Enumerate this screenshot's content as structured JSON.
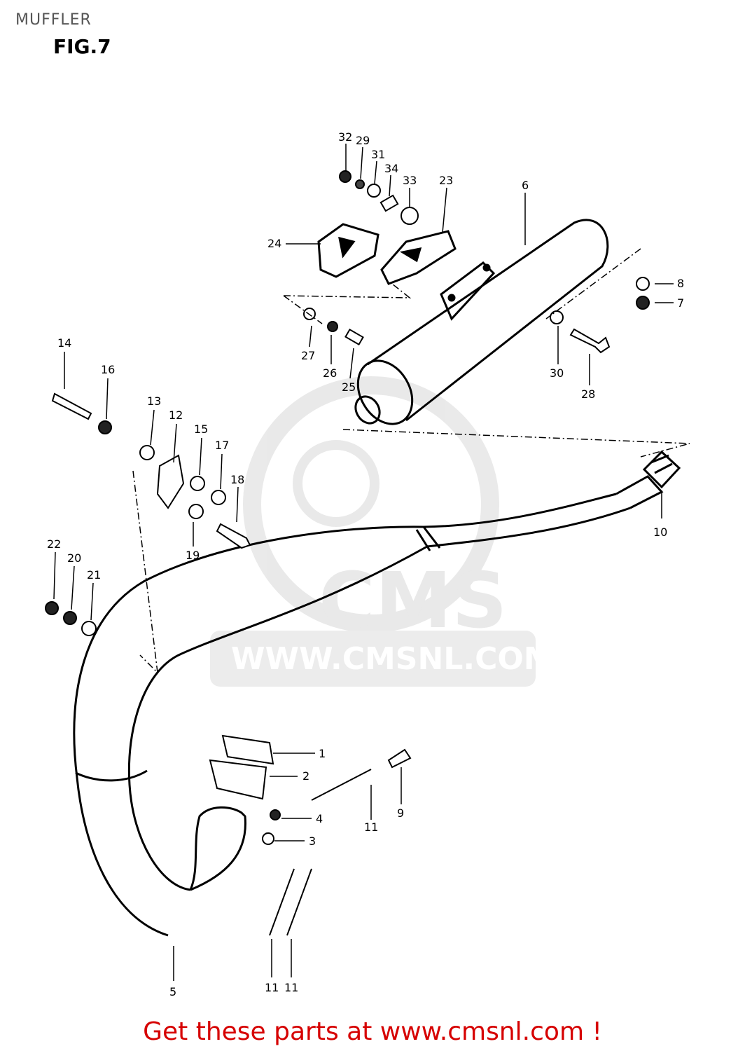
{
  "header": {
    "title": "MUFFLER",
    "figure": "FIG.7"
  },
  "watermark": {
    "logo_text": "CMS",
    "url": "WWW.CMSNL.COM"
  },
  "callouts": [
    {
      "id": "1",
      "text": "1"
    },
    {
      "id": "2",
      "text": "2"
    },
    {
      "id": "3",
      "text": "3"
    },
    {
      "id": "4",
      "text": "4"
    },
    {
      "id": "5",
      "text": "5"
    },
    {
      "id": "6",
      "text": "6"
    },
    {
      "id": "7",
      "text": "7"
    },
    {
      "id": "8",
      "text": "8"
    },
    {
      "id": "9",
      "text": "9"
    },
    {
      "id": "10",
      "text": "10"
    },
    {
      "id": "11a",
      "text": "11"
    },
    {
      "id": "11b",
      "text": "11"
    },
    {
      "id": "11c",
      "text": "11"
    },
    {
      "id": "12",
      "text": "12"
    },
    {
      "id": "13",
      "text": "13"
    },
    {
      "id": "14",
      "text": "14"
    },
    {
      "id": "15",
      "text": "15"
    },
    {
      "id": "16",
      "text": "16"
    },
    {
      "id": "17",
      "text": "17"
    },
    {
      "id": "18",
      "text": "18"
    },
    {
      "id": "19",
      "text": "19"
    },
    {
      "id": "20",
      "text": "20"
    },
    {
      "id": "21",
      "text": "21"
    },
    {
      "id": "22",
      "text": "22"
    },
    {
      "id": "23",
      "text": "23"
    },
    {
      "id": "24",
      "text": "24"
    },
    {
      "id": "25",
      "text": "25"
    },
    {
      "id": "26",
      "text": "26"
    },
    {
      "id": "27",
      "text": "27"
    },
    {
      "id": "28",
      "text": "28"
    },
    {
      "id": "29",
      "text": "29"
    },
    {
      "id": "30",
      "text": "30"
    },
    {
      "id": "31",
      "text": "31"
    },
    {
      "id": "32",
      "text": "32"
    },
    {
      "id": "33",
      "text": "33"
    },
    {
      "id": "34",
      "text": "34"
    }
  ],
  "footer": {
    "text": "Get these parts at www.cmsnl.com !",
    "color": "#d60000"
  }
}
